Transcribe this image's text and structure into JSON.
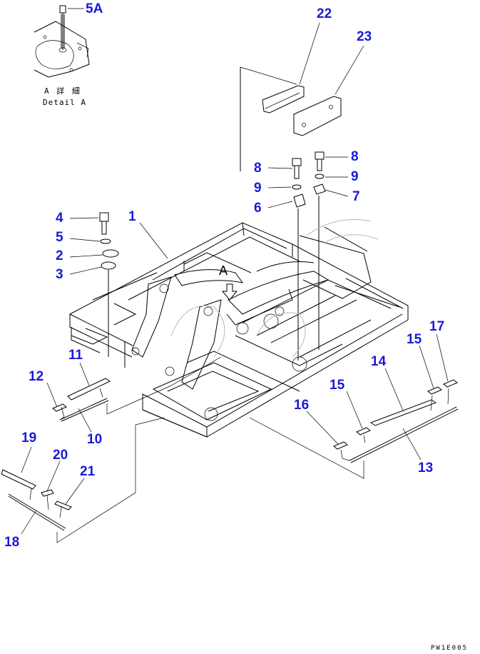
{
  "detail": {
    "title_jp": "A 詳 細",
    "title_en": "Detail A",
    "view_letter": "A"
  },
  "callouts": [
    {
      "id": "c-5A",
      "label": "5A"
    },
    {
      "id": "c-22",
      "label": "22"
    },
    {
      "id": "c-23",
      "label": "23"
    },
    {
      "id": "c-8a",
      "label": "8"
    },
    {
      "id": "c-8b",
      "label": "8"
    },
    {
      "id": "c-9a",
      "label": "9"
    },
    {
      "id": "c-9b",
      "label": "9"
    },
    {
      "id": "c-6",
      "label": "6"
    },
    {
      "id": "c-7",
      "label": "7"
    },
    {
      "id": "c-4",
      "label": "4"
    },
    {
      "id": "c-1",
      "label": "1"
    },
    {
      "id": "c-5",
      "label": "5"
    },
    {
      "id": "c-2",
      "label": "2"
    },
    {
      "id": "c-3",
      "label": "3"
    },
    {
      "id": "c-11",
      "label": "11"
    },
    {
      "id": "c-12",
      "label": "12"
    },
    {
      "id": "c-10",
      "label": "10"
    },
    {
      "id": "c-17",
      "label": "17"
    },
    {
      "id": "c-15a",
      "label": "15"
    },
    {
      "id": "c-14",
      "label": "14"
    },
    {
      "id": "c-15b",
      "label": "15"
    },
    {
      "id": "c-16",
      "label": "16"
    },
    {
      "id": "c-13",
      "label": "13"
    },
    {
      "id": "c-19",
      "label": "19"
    },
    {
      "id": "c-20",
      "label": "20"
    },
    {
      "id": "c-21",
      "label": "21"
    },
    {
      "id": "c-18",
      "label": "18"
    }
  ],
  "drawing_code": "PW1E005"
}
